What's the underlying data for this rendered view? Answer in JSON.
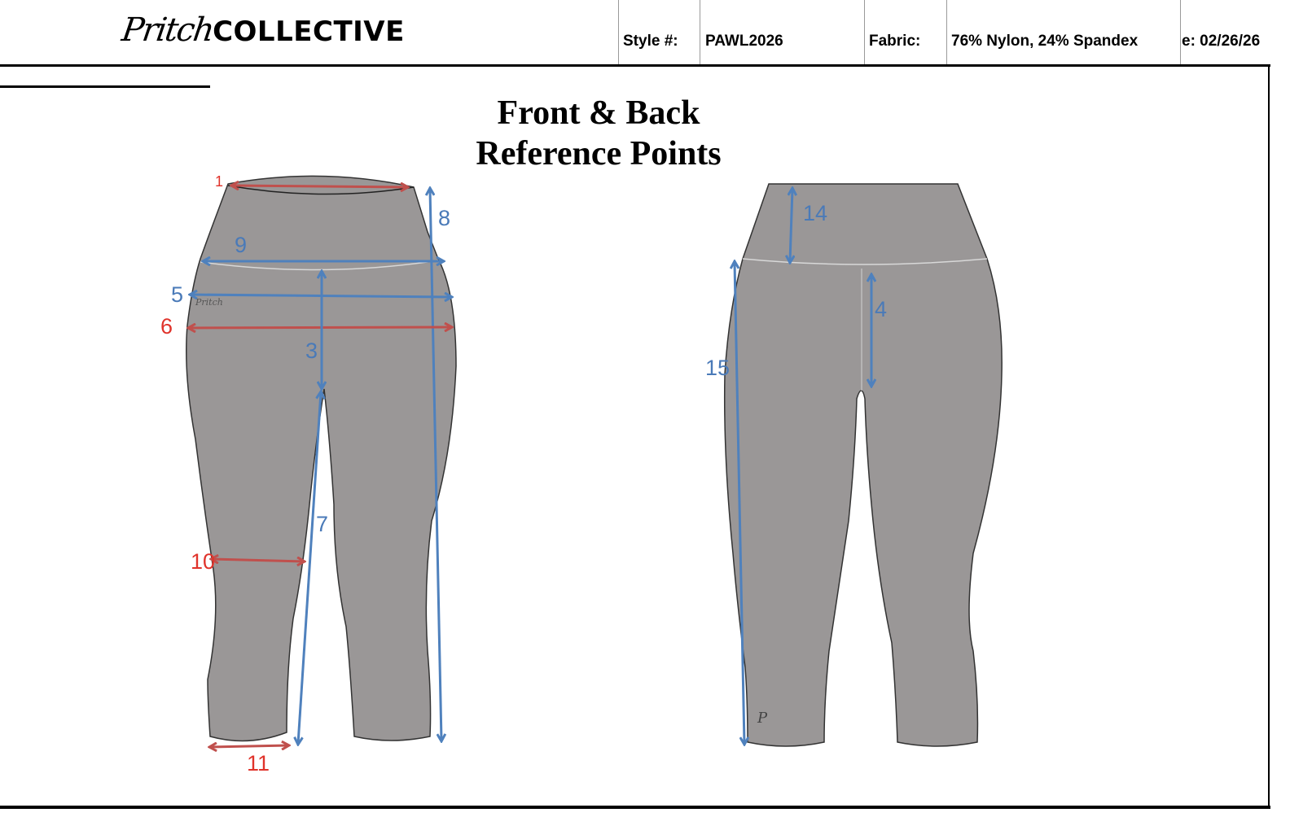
{
  "header": {
    "logo_script": "Pritch",
    "logo_block": "COLLECTIVE",
    "style_label": "Style #:",
    "style_value": "PAWL2026",
    "fabric_label": "Fabric:",
    "fabric_value": "76% Nylon, 24% Spandex",
    "date_text": "e: 02/26/26"
  },
  "title": {
    "line1": "Front & Back",
    "line2": "Reference Points"
  },
  "colors": {
    "garment_fill": "#9a9797",
    "red_arrow": "#c0504d",
    "blue_arrow": "#4f81bd",
    "red_label": "#e0332b",
    "blue_label": "#4a7ab8"
  },
  "front_view": {
    "points": [
      {
        "id": "1",
        "color": "red"
      },
      {
        "id": "3",
        "color": "blue"
      },
      {
        "id": "5",
        "color": "blue"
      },
      {
        "id": "6",
        "color": "red"
      },
      {
        "id": "7",
        "color": "blue"
      },
      {
        "id": "8",
        "color": "blue"
      },
      {
        "id": "9",
        "color": "blue"
      },
      {
        "id": "10",
        "color": "red"
      },
      {
        "id": "11",
        "color": "red"
      }
    ],
    "brand_mark": "Pritch"
  },
  "back_view": {
    "points": [
      {
        "id": "4",
        "color": "blue"
      },
      {
        "id": "14",
        "color": "blue"
      },
      {
        "id": "15",
        "color": "blue"
      }
    ],
    "brand_mark": "P"
  }
}
